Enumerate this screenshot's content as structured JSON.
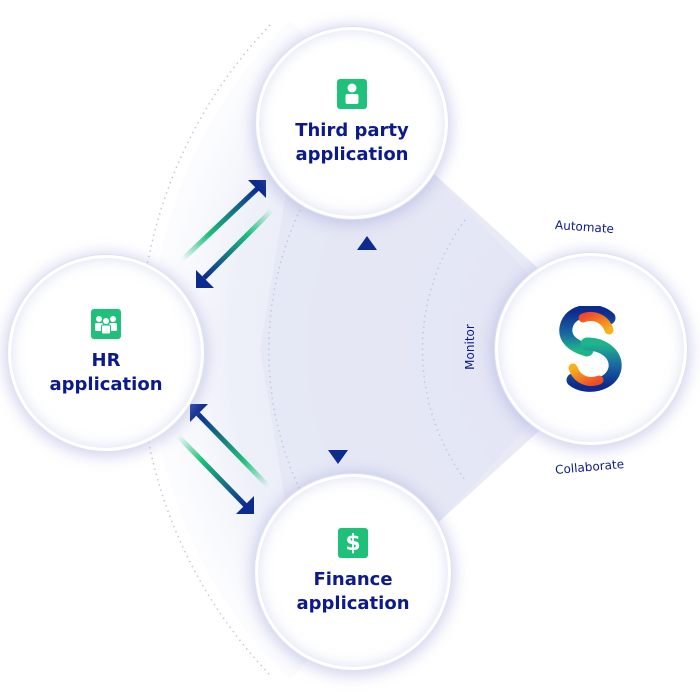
{
  "nodes": {
    "third_party": {
      "label": "Third party\napplication",
      "icon": "user-icon"
    },
    "hr": {
      "label": "HR\napplication",
      "icon": "team-icon"
    },
    "finance": {
      "label": "Finance\napplication",
      "icon": "dollar-icon",
      "icon_glyph": "$"
    },
    "hub": {
      "icon": "s-logo-icon"
    }
  },
  "hub_labels": {
    "top": "Automate",
    "left": "Monitor",
    "bottom": "Collaborate"
  },
  "colors": {
    "text": "#0d1a8a",
    "icon_bg": "#1fc07a",
    "arrow_dark": "#0d2a8f",
    "arrow_green": "#1fc07a",
    "background_band": "#e6e8f6"
  }
}
